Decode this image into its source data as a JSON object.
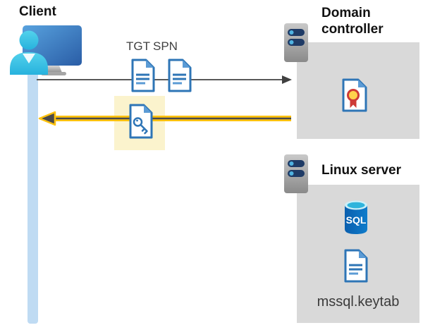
{
  "client": {
    "label": "Client"
  },
  "tickets": {
    "tgt_label": "TGT",
    "spn_label": "SPN"
  },
  "domain_controller": {
    "label": "Domain controller"
  },
  "linux_server": {
    "label": "Linux server",
    "sql_badge": "SQL",
    "keytab_label": "mssql.keytab"
  },
  "colors": {
    "request_arrow_gray": "#595959",
    "response_arrow_yellow": "#ffc20e",
    "response_arrow_core": "#4a4a4a",
    "highlight_box": "#fbf3cd",
    "client_timeline_bar": "#bfdbf3",
    "container_box": "#d9d9d9",
    "document_border_blue": "#2e75b6",
    "document_fold_blue": "#5b9bd5",
    "person_cyan": "#35c1e4",
    "monitor_blue": "#3d7cc0",
    "server_body_gray": "#a8a8a8",
    "server_bar_navy": "#1f3b66",
    "server_dot_blue": "#4fb3e2",
    "sql_database_blue": "#0a69be",
    "sql_top_cyan": "#35b9e0",
    "certificate_seal_yellow": "#ffd24c",
    "certificate_ribbon_red": "#ce3a36"
  }
}
